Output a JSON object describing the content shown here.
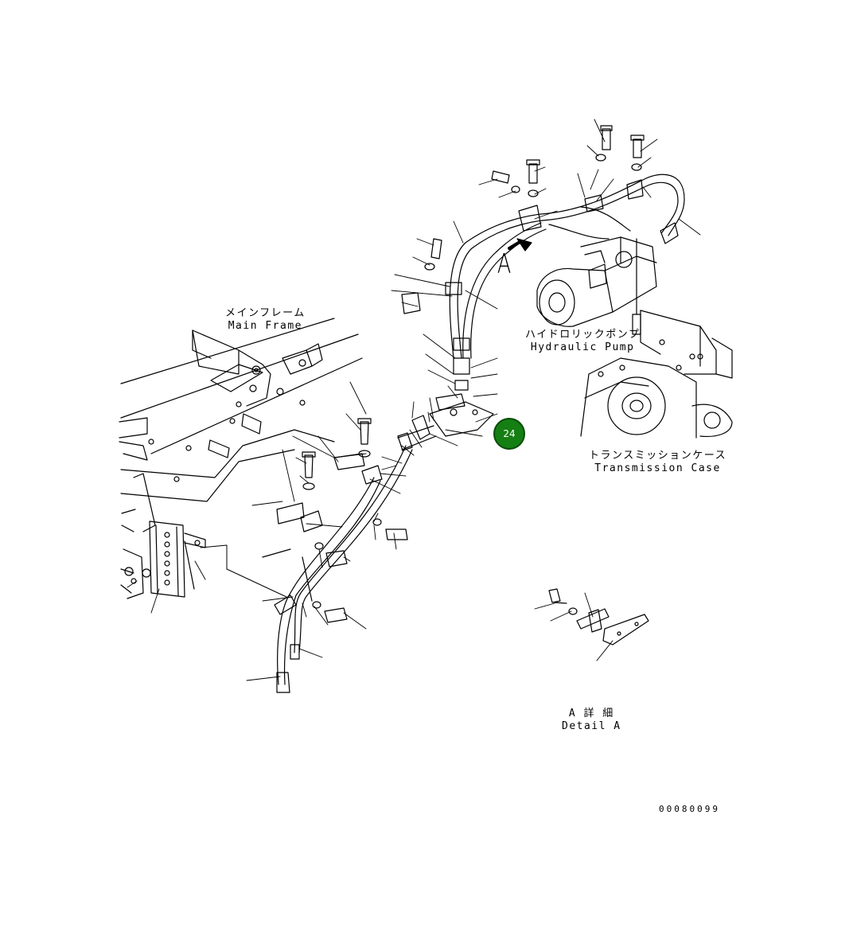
{
  "labels": {
    "main_frame_jp": "メインフレーム",
    "main_frame_en": "Main Frame",
    "hydraulic_pump_jp": "ハイドロリックポンプ",
    "hydraulic_pump_en": "Hydraulic Pump",
    "transmission_case_jp": "トランスミッションケース",
    "transmission_case_en": "Transmission Case",
    "detail_a_jp": "A 詳 細",
    "detail_a_en": "Detail A",
    "view_letter": "A"
  },
  "callout": {
    "number": "24",
    "color": "#157f13"
  },
  "document_number": "00080099"
}
